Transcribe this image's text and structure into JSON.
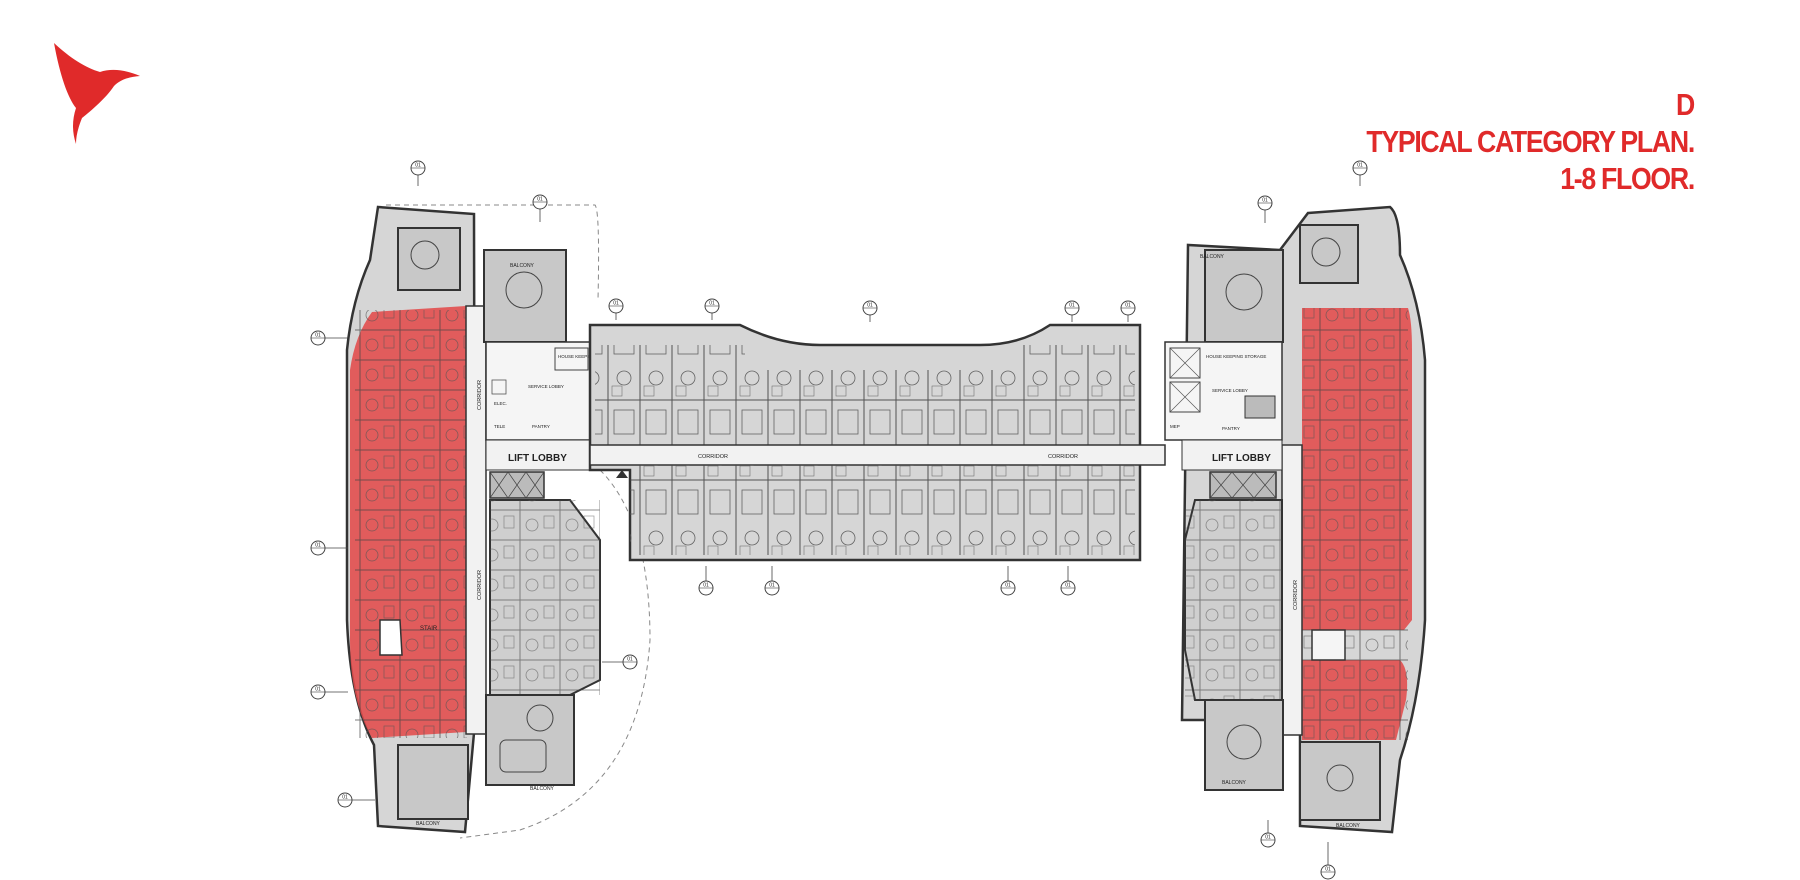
{
  "title": {
    "letter": "D",
    "line1": "TYPICAL CATEGORY PLAN.",
    "line2": "1-8 FLOOR."
  },
  "colors": {
    "accent": "#e02a2a",
    "highlight": "#e24b4b",
    "wall": "#3a3a3a",
    "floor": "#d4d4d4",
    "corridor": "#f2f2f2"
  },
  "icons": {
    "logo": "hummingbird-logo"
  },
  "labels": {
    "lift_lobby": "LIFT LOBBY",
    "corridor": "CORRIDOR",
    "balcony": "BALCONY",
    "service_lobby": "SERVICE LOBBY",
    "house_keeping_storage": "HOUSE KEEPING STORAGE",
    "pantry": "PANTRY",
    "mep": "MEP",
    "stair": "STAIR",
    "elec": "ELEC.",
    "tele": "TELE"
  },
  "grid_marker": "01"
}
